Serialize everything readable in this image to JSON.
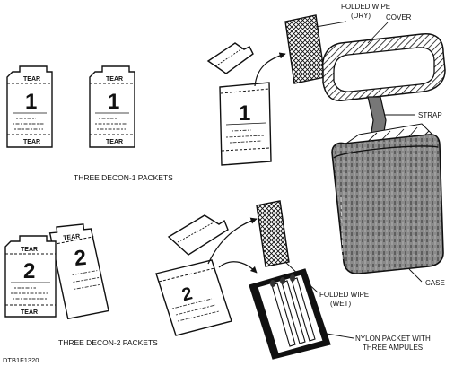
{
  "packet_labels": {
    "tear": "TEAR",
    "num_decon1": "1",
    "num_decon2": "2"
  },
  "labels": {
    "folded_wipe_dry_line1": "FOLDED WIPE",
    "folded_wipe_dry_line2": "(DRY)",
    "cover": "COVER",
    "strap": "STRAP",
    "case": "CASE",
    "three_decon1": "THREE DECON-1 PACKETS",
    "three_decon2": "THREE DECON-2 PACKETS",
    "folded_wipe_wet_line1": "FOLDED WIPE",
    "folded_wipe_wet_line2": "(WET)",
    "nylon_line1": "NYLON PACKET WITH",
    "nylon_line2": "THREE AMPULES"
  },
  "figure_code": "DTB1F1320"
}
